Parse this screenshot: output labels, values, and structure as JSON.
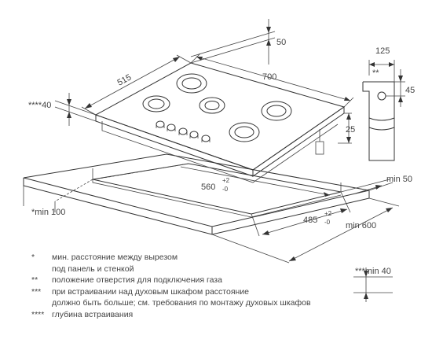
{
  "dimensions": {
    "hob_height": "50",
    "hob_depth": "515",
    "hob_width": "700",
    "depth_offset": "****40",
    "side_width": "125",
    "gas_mark": "**",
    "gas_height": "45",
    "thickness": "25",
    "cutout_width": "560",
    "cutout_width_tol_plus": "+2",
    "cutout_width_tol_minus": "-0",
    "cutout_depth": "485",
    "cutout_depth_tol_plus": "+2",
    "cutout_depth_tol_minus": "-0",
    "min_right": "min 50",
    "min_back": "*min 100",
    "min_depth": "min 600",
    "min_below": "***min 40"
  },
  "legend": [
    {
      "mark": "*",
      "text": "мин. расстояние между вырезом"
    },
    {
      "mark": "",
      "text": "под панель и стенкой"
    },
    {
      "mark": "**",
      "text": "положение отверстия для подключения газа"
    },
    {
      "mark": "***",
      "text": "при встраивании над духовым шкафом расстояние"
    },
    {
      "mark": "",
      "text": "должно быть больше; см. требования по монтажу духовых шкафов"
    },
    {
      "mark": "****",
      "text": "глубина встраивания"
    }
  ]
}
